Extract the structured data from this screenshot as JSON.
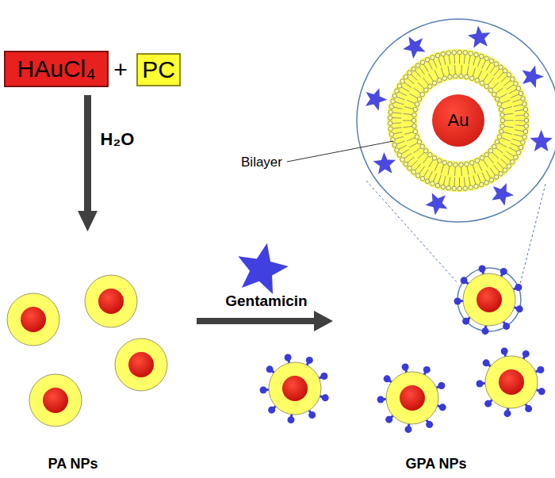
{
  "diagram": {
    "nodes": [
      {
        "text": [
          "HAuCl₄"
        ]
      },
      {
        "text": [
          "PC"
        ]
      },
      {
        "text": [
          "Au"
        ]
      }
    ],
    "labels": [
      "+",
      "H₂O",
      "Gentamicin",
      "PA NPs",
      "GPA NPs",
      "Bilayer"
    ]
  }
}
